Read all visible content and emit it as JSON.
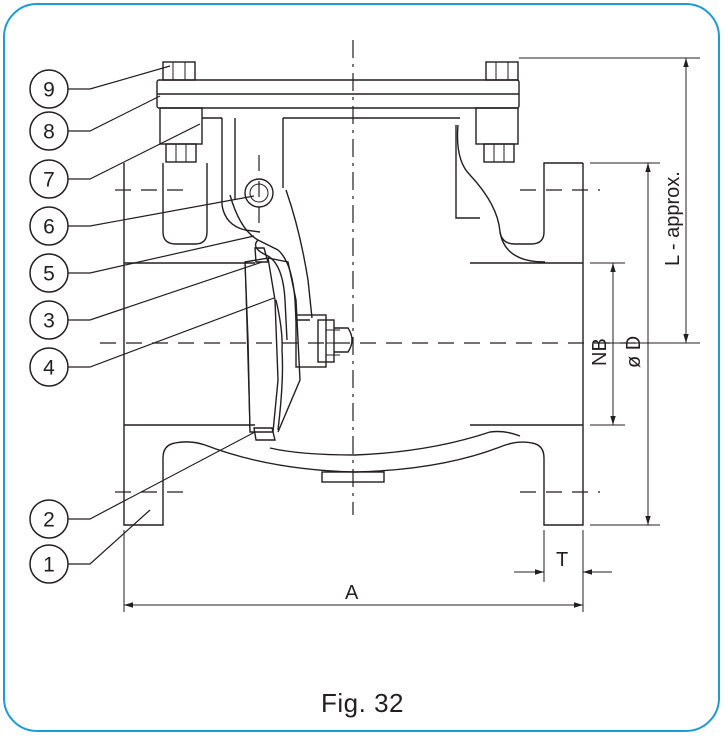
{
  "figure": {
    "caption": "Fig. 32",
    "frame_color": "#1e9ad6",
    "line_color": "#231f20"
  },
  "callouts": [
    {
      "id": "callout-9",
      "label": "9"
    },
    {
      "id": "callout-8",
      "label": "8"
    },
    {
      "id": "callout-7",
      "label": "7"
    },
    {
      "id": "callout-6",
      "label": "6"
    },
    {
      "id": "callout-5",
      "label": "5"
    },
    {
      "id": "callout-3",
      "label": "3"
    },
    {
      "id": "callout-4",
      "label": "4"
    },
    {
      "id": "callout-2",
      "label": "2"
    },
    {
      "id": "callout-1",
      "label": "1"
    }
  ],
  "dimensions": {
    "a": "A",
    "t": "T",
    "nb": "NB",
    "od": "ø D",
    "l": "L - approx."
  }
}
